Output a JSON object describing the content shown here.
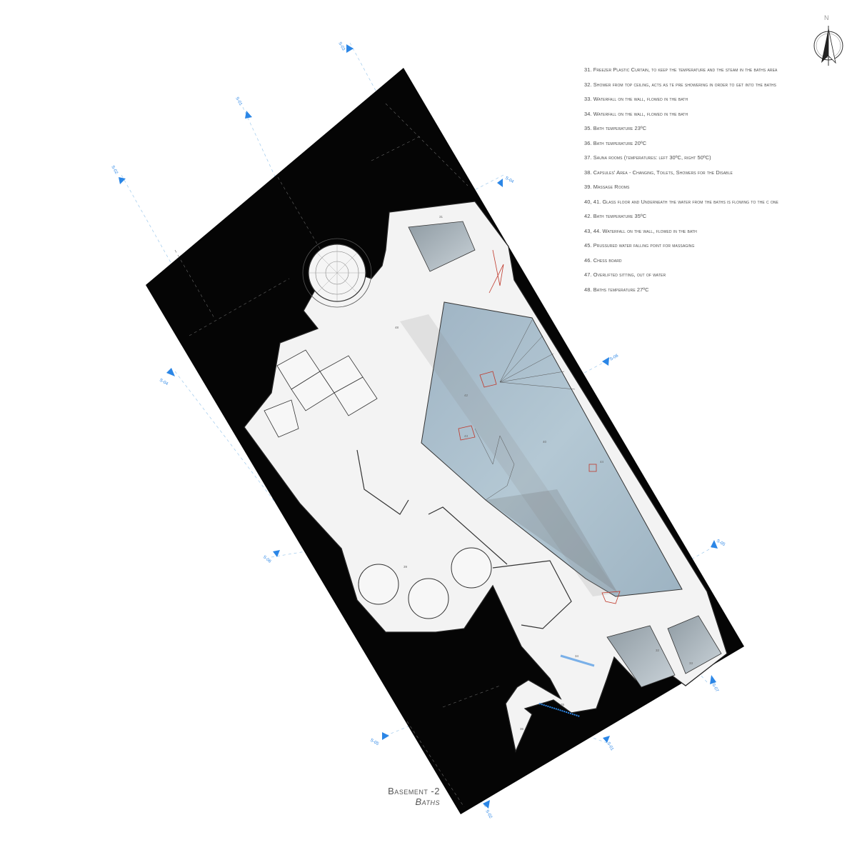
{
  "legend": [
    "31. Freezer Plastic Curtain, to keep the temperature and the steam in the baths area",
    "32. Shower from top ceiling, acts as te pre showering in order to get into the baths",
    "33. Waterfall on the wall, flowed in the bath",
    "34. Waterfall on the wall, flowed in the bath",
    "35. Bath temperature 23ºC",
    "36. Bath temperature 20ºC",
    "37. Sauna rooms (temperatures: left 30ºC, right 50ºC)",
    "38. Capsules' Area - Changing, Toilets, Showers for the Disable",
    "39. Massage Rooms",
    "40, 41. Glass floor and Underneath the water from the baths is flowing to the c one",
    "42. Bath temperature 35ºC",
    "43, 44. Waterfall on the wall, flowed in the bath",
    "45. Prussured water falling point for massaging",
    "46. Chess board",
    "47. Overlifted sitting, out of water",
    "48. Baths temperature 27ºC"
  ],
  "caption": {
    "level": "Basement -2",
    "name": "Baths"
  },
  "north_label": "N",
  "section_marks": [
    "S-03",
    "S-01",
    "S-02",
    "S-04",
    "S-04",
    "S-06",
    "S-05",
    "S-06",
    "S-05",
    "S-07",
    "S-01",
    "S-02"
  ],
  "room_numbers": [
    "40",
    "42",
    "43",
    "44",
    "48",
    "39",
    "31",
    "32",
    "33",
    "34",
    "35",
    "36"
  ],
  "colors": {
    "site": "#000000",
    "floor": "#f2f2f2",
    "water": "#a9bfcd",
    "marker": "#2b86e6",
    "accent": "#c0392b"
  },
  "icons": [
    "north-arrow-icon",
    "section-marker-icon"
  ]
}
